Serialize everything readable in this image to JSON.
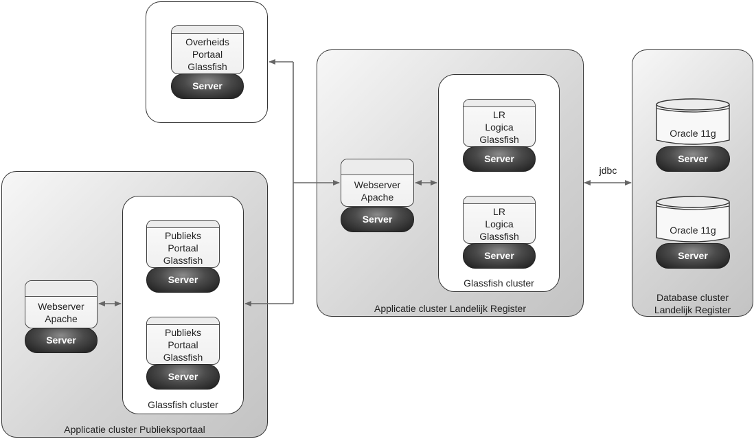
{
  "overheids": {
    "app_label": "Overheids\nPortaal\nGlassfish",
    "server": "Server"
  },
  "landelijk": {
    "cluster_label": "Applicatie cluster Landelijk Register",
    "web_label": "Webserver\nApache",
    "web_server": "Server",
    "gf_cluster_label": "Glassfish cluster",
    "node1_label": "LR\nLogica\nGlassfish",
    "node1_server": "Server",
    "node2_label": "LR\nLogica\nGlassfish",
    "node2_server": "Server"
  },
  "database": {
    "cluster_label": "Database cluster\nLandelijk Register",
    "db1_label": "Oracle 11g",
    "db1_server": "Server",
    "db2_label": "Oracle 11g",
    "db2_server": "Server",
    "link_label": "jdbc"
  },
  "publiek": {
    "cluster_label": "Applicatie cluster Publieksportaal",
    "web_label": "Webserver\nApache",
    "web_server": "Server",
    "gf_cluster_label": "Glassfish cluster",
    "node1_label": "Publieks\nPortaal\nGlassfish",
    "node1_server": "Server",
    "node2_label": "Publieks\nPortaal\nGlassfish",
    "node2_server": "Server"
  }
}
